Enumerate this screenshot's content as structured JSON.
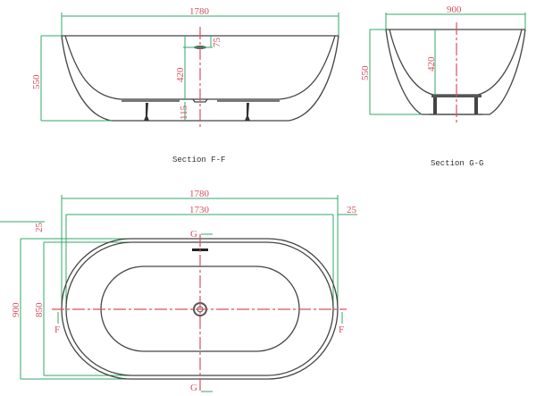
{
  "diagram": {
    "subject": "Freestanding oval bathtub technical drawing",
    "units": "mm",
    "section_ff": {
      "caption": "Section  F-F",
      "overall_length": "1780",
      "height": "550",
      "inner_depth": "420",
      "overflow_drop": "75",
      "base_to_floor": "115"
    },
    "section_gg": {
      "caption": "Section  G-G",
      "overall_width": "900",
      "height": "550",
      "inner_depth": "420"
    },
    "plan_view": {
      "outer_length": "1780",
      "inner_length": "1730",
      "outer_width": "900",
      "inner_width": "850",
      "rim_left": "25",
      "rim_right": "25",
      "section_marker_f_left": "F",
      "section_marker_f_right": "F",
      "section_marker_g_top": "G",
      "section_marker_g_bottom": "G"
    },
    "colors": {
      "dimension_lines": "#2fa86a",
      "dimension_text": "#d9505e",
      "centerline": "#d9505e",
      "outline": "#444444"
    }
  }
}
